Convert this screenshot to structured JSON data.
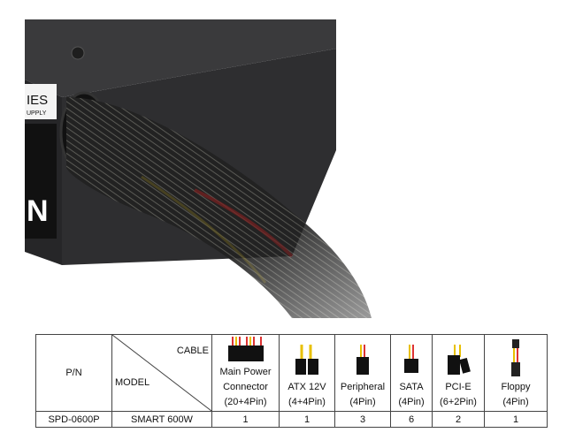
{
  "product_photo": {
    "label_text": [
      "IES",
      "UPPLY"
    ],
    "colors": {
      "case": "#2b2b2d",
      "sleeve": "#1c1c1c"
    }
  },
  "spec_table": {
    "header": {
      "pn": "P/N",
      "cable": "CABLE",
      "model": "MODEL",
      "columns": [
        {
          "lines": [
            "Main Power",
            "Connector",
            "(20+4Pin)"
          ],
          "icon": "atx-24pin-connector-icon"
        },
        {
          "lines": [
            "ATX 12V",
            "(4+4Pin)"
          ],
          "icon": "eps-8pin-connector-icon"
        },
        {
          "lines": [
            "Peripheral",
            "(4Pin)"
          ],
          "icon": "molex-connector-icon"
        },
        {
          "lines": [
            "SATA",
            "(4Pin)"
          ],
          "icon": "sata-connector-icon"
        },
        {
          "lines": [
            "PCI-E",
            "(6+2Pin)"
          ],
          "icon": "pcie-connector-icon"
        },
        {
          "lines": [
            "Floppy",
            "(4Pin)"
          ],
          "icon": "floppy-connector-icon"
        }
      ]
    },
    "rows": [
      {
        "pn": "SPD-0600P",
        "model": "SMART 600W",
        "counts": [
          "1",
          "1",
          "3",
          "6",
          "2",
          "1"
        ]
      }
    ]
  }
}
